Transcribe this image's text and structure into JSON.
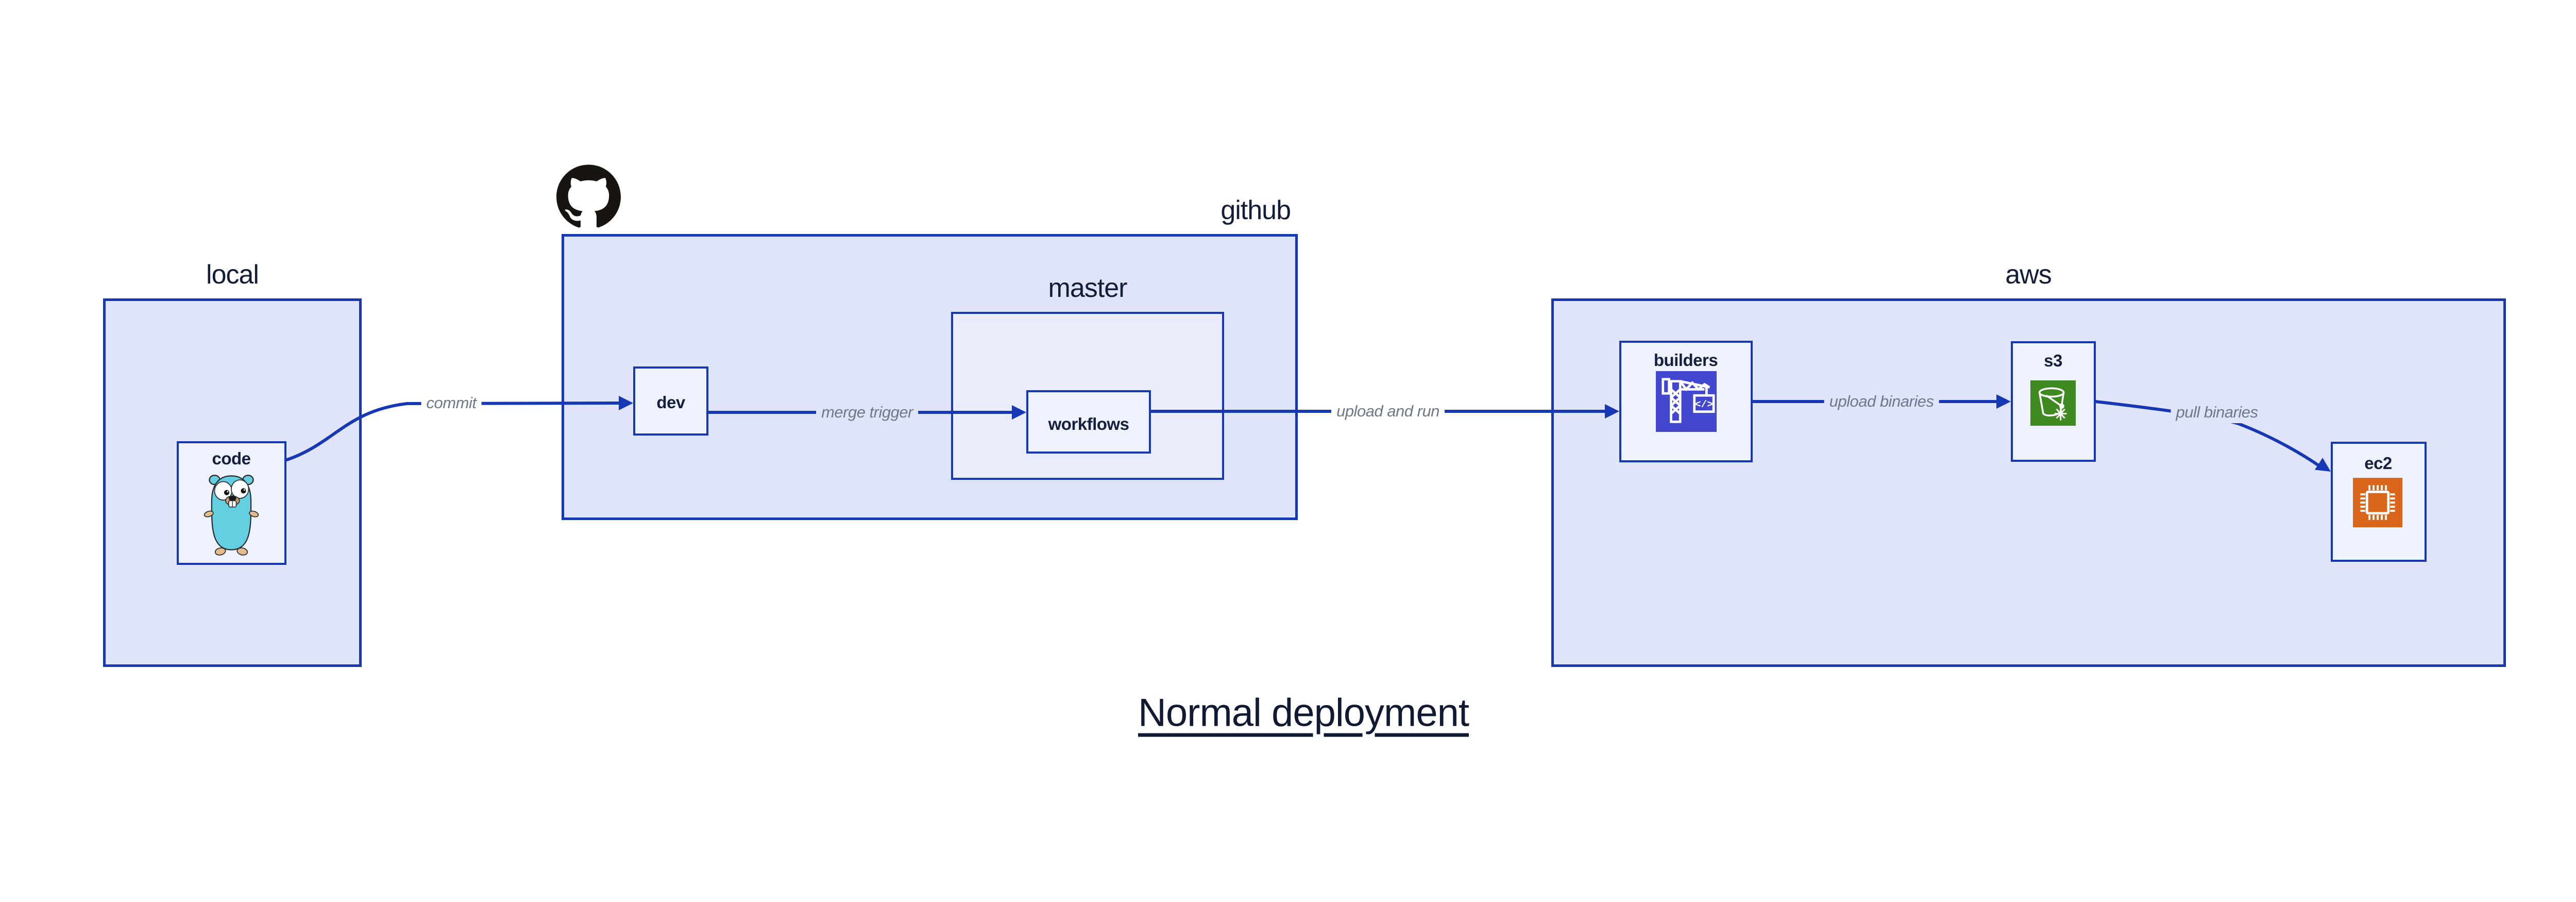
{
  "diagram": {
    "title": "Normal deployment",
    "groups": {
      "local": {
        "label": "local"
      },
      "github": {
        "label": "github"
      },
      "master": {
        "label": "master"
      },
      "aws": {
        "label": "aws"
      }
    },
    "nodes": {
      "code": {
        "label": "code"
      },
      "dev": {
        "label": "dev"
      },
      "workflows": {
        "label": "workflows"
      },
      "builders": {
        "label": "builders",
        "icon_glyph": "</>"
      },
      "s3": {
        "label": "s3"
      },
      "ec2": {
        "label": "ec2"
      }
    },
    "edges": {
      "commit": {
        "label": "commit"
      },
      "merge_trigger": {
        "label": "merge trigger"
      },
      "upload_and_run": {
        "label": "upload and run"
      },
      "upload_binaries": {
        "label": "upload binaries"
      },
      "pull_binaries": {
        "label": "pull binaries"
      }
    },
    "icons": {
      "github_logo": "github-octocat-mark",
      "code_icon": "go-gopher",
      "builders_icon": "aws-codebuild-crane",
      "s3_icon": "aws-s3-glacier-bucket",
      "ec2_icon": "aws-ec2-chip"
    },
    "colors": {
      "canvas_bg": "#ffffff",
      "group_fill": "#dfe4f8",
      "master_fill": "#e9edfb",
      "node_fill": "#eef2fc",
      "stroke_blue": "#1638b4",
      "text_dark": "#16203e",
      "edge_label_gray": "#6f7889",
      "builders_icon_bg": "#4147ce",
      "s3_icon_bg": "#3e8a20",
      "ec2_icon_bg": "#d9661a",
      "gopher_teal": "#63cfe0",
      "octocat_black": "#171411"
    }
  }
}
